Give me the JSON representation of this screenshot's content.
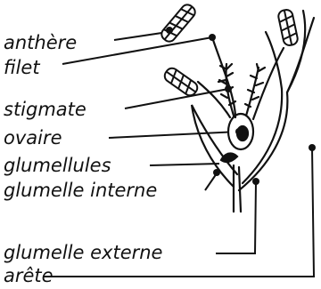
{
  "figure": {
    "labels": {
      "anthere": "anthère",
      "filet": "filet",
      "stigmate": "stigmate",
      "ovaire": "ovaire",
      "glumellules": "glumellules",
      "glumelle_interne": "glumelle interne",
      "glumelle_externe": "glumelle externe",
      "arete": "arête"
    },
    "colors": {
      "ink": "#111111",
      "paper": "#ffffff"
    }
  }
}
